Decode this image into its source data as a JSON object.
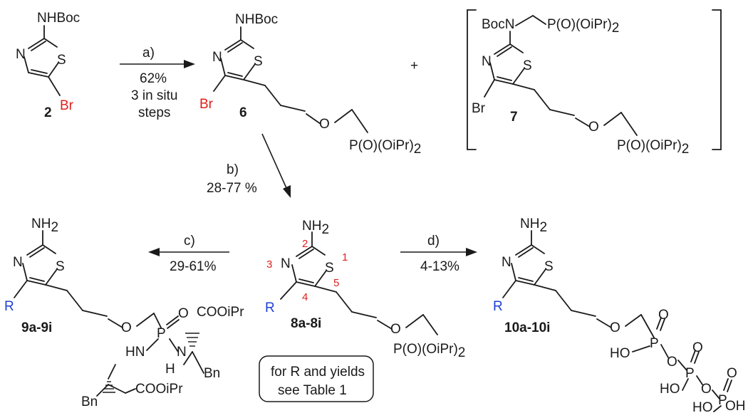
{
  "colors": {
    "text": "#1a1a1a",
    "highlight_red": "#e0201c",
    "highlight_blue": "#1f3fd6"
  },
  "atoms": {
    "n": "N",
    "s": "S",
    "o": "O",
    "p": "P",
    "hn": "HN",
    "h": "H",
    "nh2": "NH",
    "two": "2",
    "ho": "HO",
    "oh": "OH",
    "nh": "NH"
  },
  "groups": {
    "nhboc": "NHBoc",
    "bocn": "BocN",
    "br": "Br",
    "r": "R",
    "bn": "Bn",
    "pooipr2": "P(O)(O",
    "ipr_i": "i",
    "ipr_pr2": "Pr)",
    "coo": "COO",
    "ipr": "Pr"
  },
  "compounds": {
    "c2": "2",
    "c6": "6",
    "c7": "7",
    "c8": "8a-8i",
    "c9": "9a-9i",
    "c10": "10a-10i"
  },
  "numbering": [
    "1",
    "2",
    "3",
    "4",
    "5"
  ],
  "conditions": {
    "a": {
      "step": "a)",
      "yield": "62%",
      "line2_pre": "3 ",
      "line2_it": "in situ",
      "line3": "steps"
    },
    "b": {
      "step": "b)",
      "yield": "28-77 %"
    },
    "c": {
      "step": "c)",
      "yield": "29-61%"
    },
    "d": {
      "step": "d)",
      "yield": "4-13%"
    }
  },
  "plus": "+",
  "note": {
    "line1_pre": "for ",
    "line1_r": "R",
    "line1_post": " and yields",
    "line2_pre": "see ",
    "line2_bold": "Table 1"
  }
}
